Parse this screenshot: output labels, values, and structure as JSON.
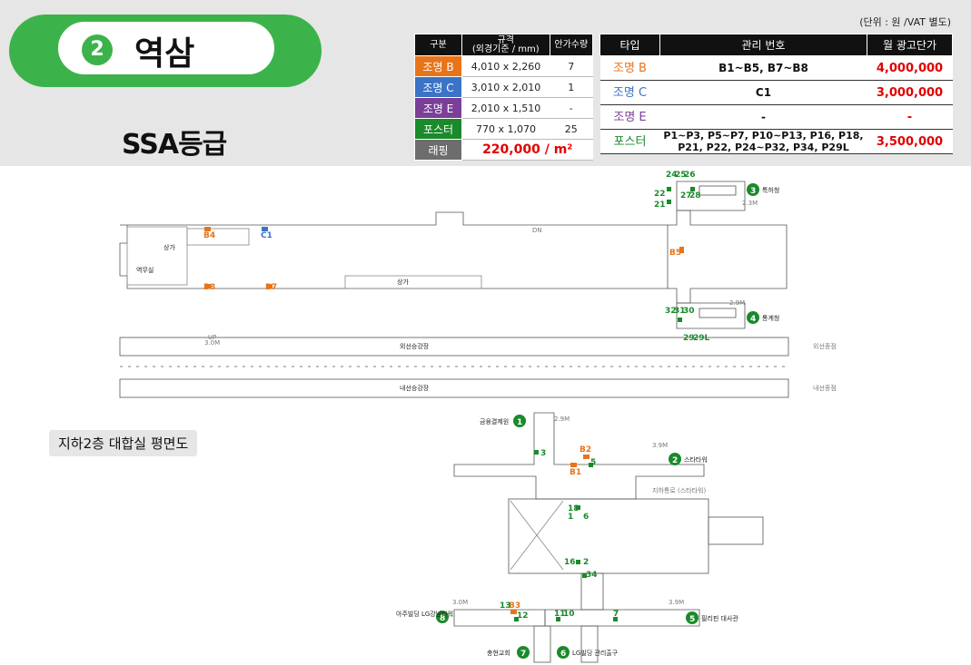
{
  "header": {
    "station_number": "2",
    "station_name": "역삼",
    "grade": "SSA등급",
    "unit_note": "(단위 : 원 /VAT 별도)"
  },
  "spec_table": {
    "headers": [
      "구분",
      "규격\n(외경기준 / mm)",
      "안가수량"
    ],
    "rows": [
      {
        "label": "조명 B",
        "color": "#e8741a",
        "size": "4,010 x 2,260",
        "qty": "7"
      },
      {
        "label": "조명 C",
        "color": "#3b73c6",
        "size": "3,010 x 2,010",
        "qty": "1"
      },
      {
        "label": "조명 E",
        "color": "#7b3f98",
        "size": "2,010 x 1,510",
        "qty": "-"
      },
      {
        "label": "포스터",
        "color": "#1a8a2a",
        "size": "770 x 1,070",
        "qty": "25"
      }
    ],
    "wrap": {
      "label": "래핑",
      "price": "220,000 / m²"
    }
  },
  "rate_table": {
    "headers": [
      "타입",
      "관리 번호",
      "월 광고단가"
    ],
    "rows": [
      {
        "type": "조명 B",
        "color": "#e8741a",
        "ids": "B1~B5, B7~B8",
        "rate": "4,000,000"
      },
      {
        "type": "조명 C",
        "color": "#3b73c6",
        "ids": "C1",
        "rate": "3,000,000"
      },
      {
        "type": "조명 E",
        "color": "#7b3f98",
        "ids": "-",
        "rate": "-"
      },
      {
        "type": "포스터",
        "color": "#1a8a2a",
        "ids": "P1~P3, P5~P7, P10~P13, P16, P18,\nP21, P22, P24~P32, P34, P29L",
        "rate": "3,500,000"
      }
    ]
  },
  "floor_label": "지하2층 대합실 평면도",
  "map": {
    "colors": {
      "poster": "#1a8a2a",
      "light_b": "#e8741a",
      "light_c": "#3b73c6",
      "exit": "#1a8a2a"
    },
    "exits": [
      {
        "num": "3",
        "name": "특허청"
      },
      {
        "num": "4",
        "name": "통계청"
      },
      {
        "num": "1",
        "name": "금융결제원"
      },
      {
        "num": "2",
        "name": "스타타워"
      },
      {
        "num": "8",
        "name": "아주빌딩\nLG강남타워"
      },
      {
        "num": "7",
        "name": "충현교회"
      },
      {
        "num": "6",
        "name": "LG빌딩 관리출구"
      },
      {
        "num": "5",
        "name": "필리핀 대사관"
      }
    ],
    "area_labels": {
      "shop1": "상가",
      "shop2": "상가",
      "office": "역무실",
      "outer_platform": "외선승강장",
      "inner_platform": "내선승강장",
      "outer_track": "외선종점",
      "inner_track": "내선종점",
      "passage": "지하통로\n(스타타워)"
    },
    "poster_labels": [
      "24",
      "25",
      "26",
      "22",
      "21",
      "27",
      "28",
      "32",
      "31",
      "30",
      "29",
      "29L",
      "3",
      "5",
      "18",
      "1",
      "6",
      "16",
      "2",
      "34",
      "13",
      "12",
      "11",
      "10",
      "7"
    ],
    "light_labels": [
      "B4",
      "C1",
      "B8",
      "B7",
      "B5",
      "B2",
      "B1",
      "B3"
    ],
    "dims": [
      "2.3M",
      "2.9M",
      "3.0M",
      "3.9M"
    ],
    "stairs": [
      "UP",
      "DN"
    ]
  }
}
